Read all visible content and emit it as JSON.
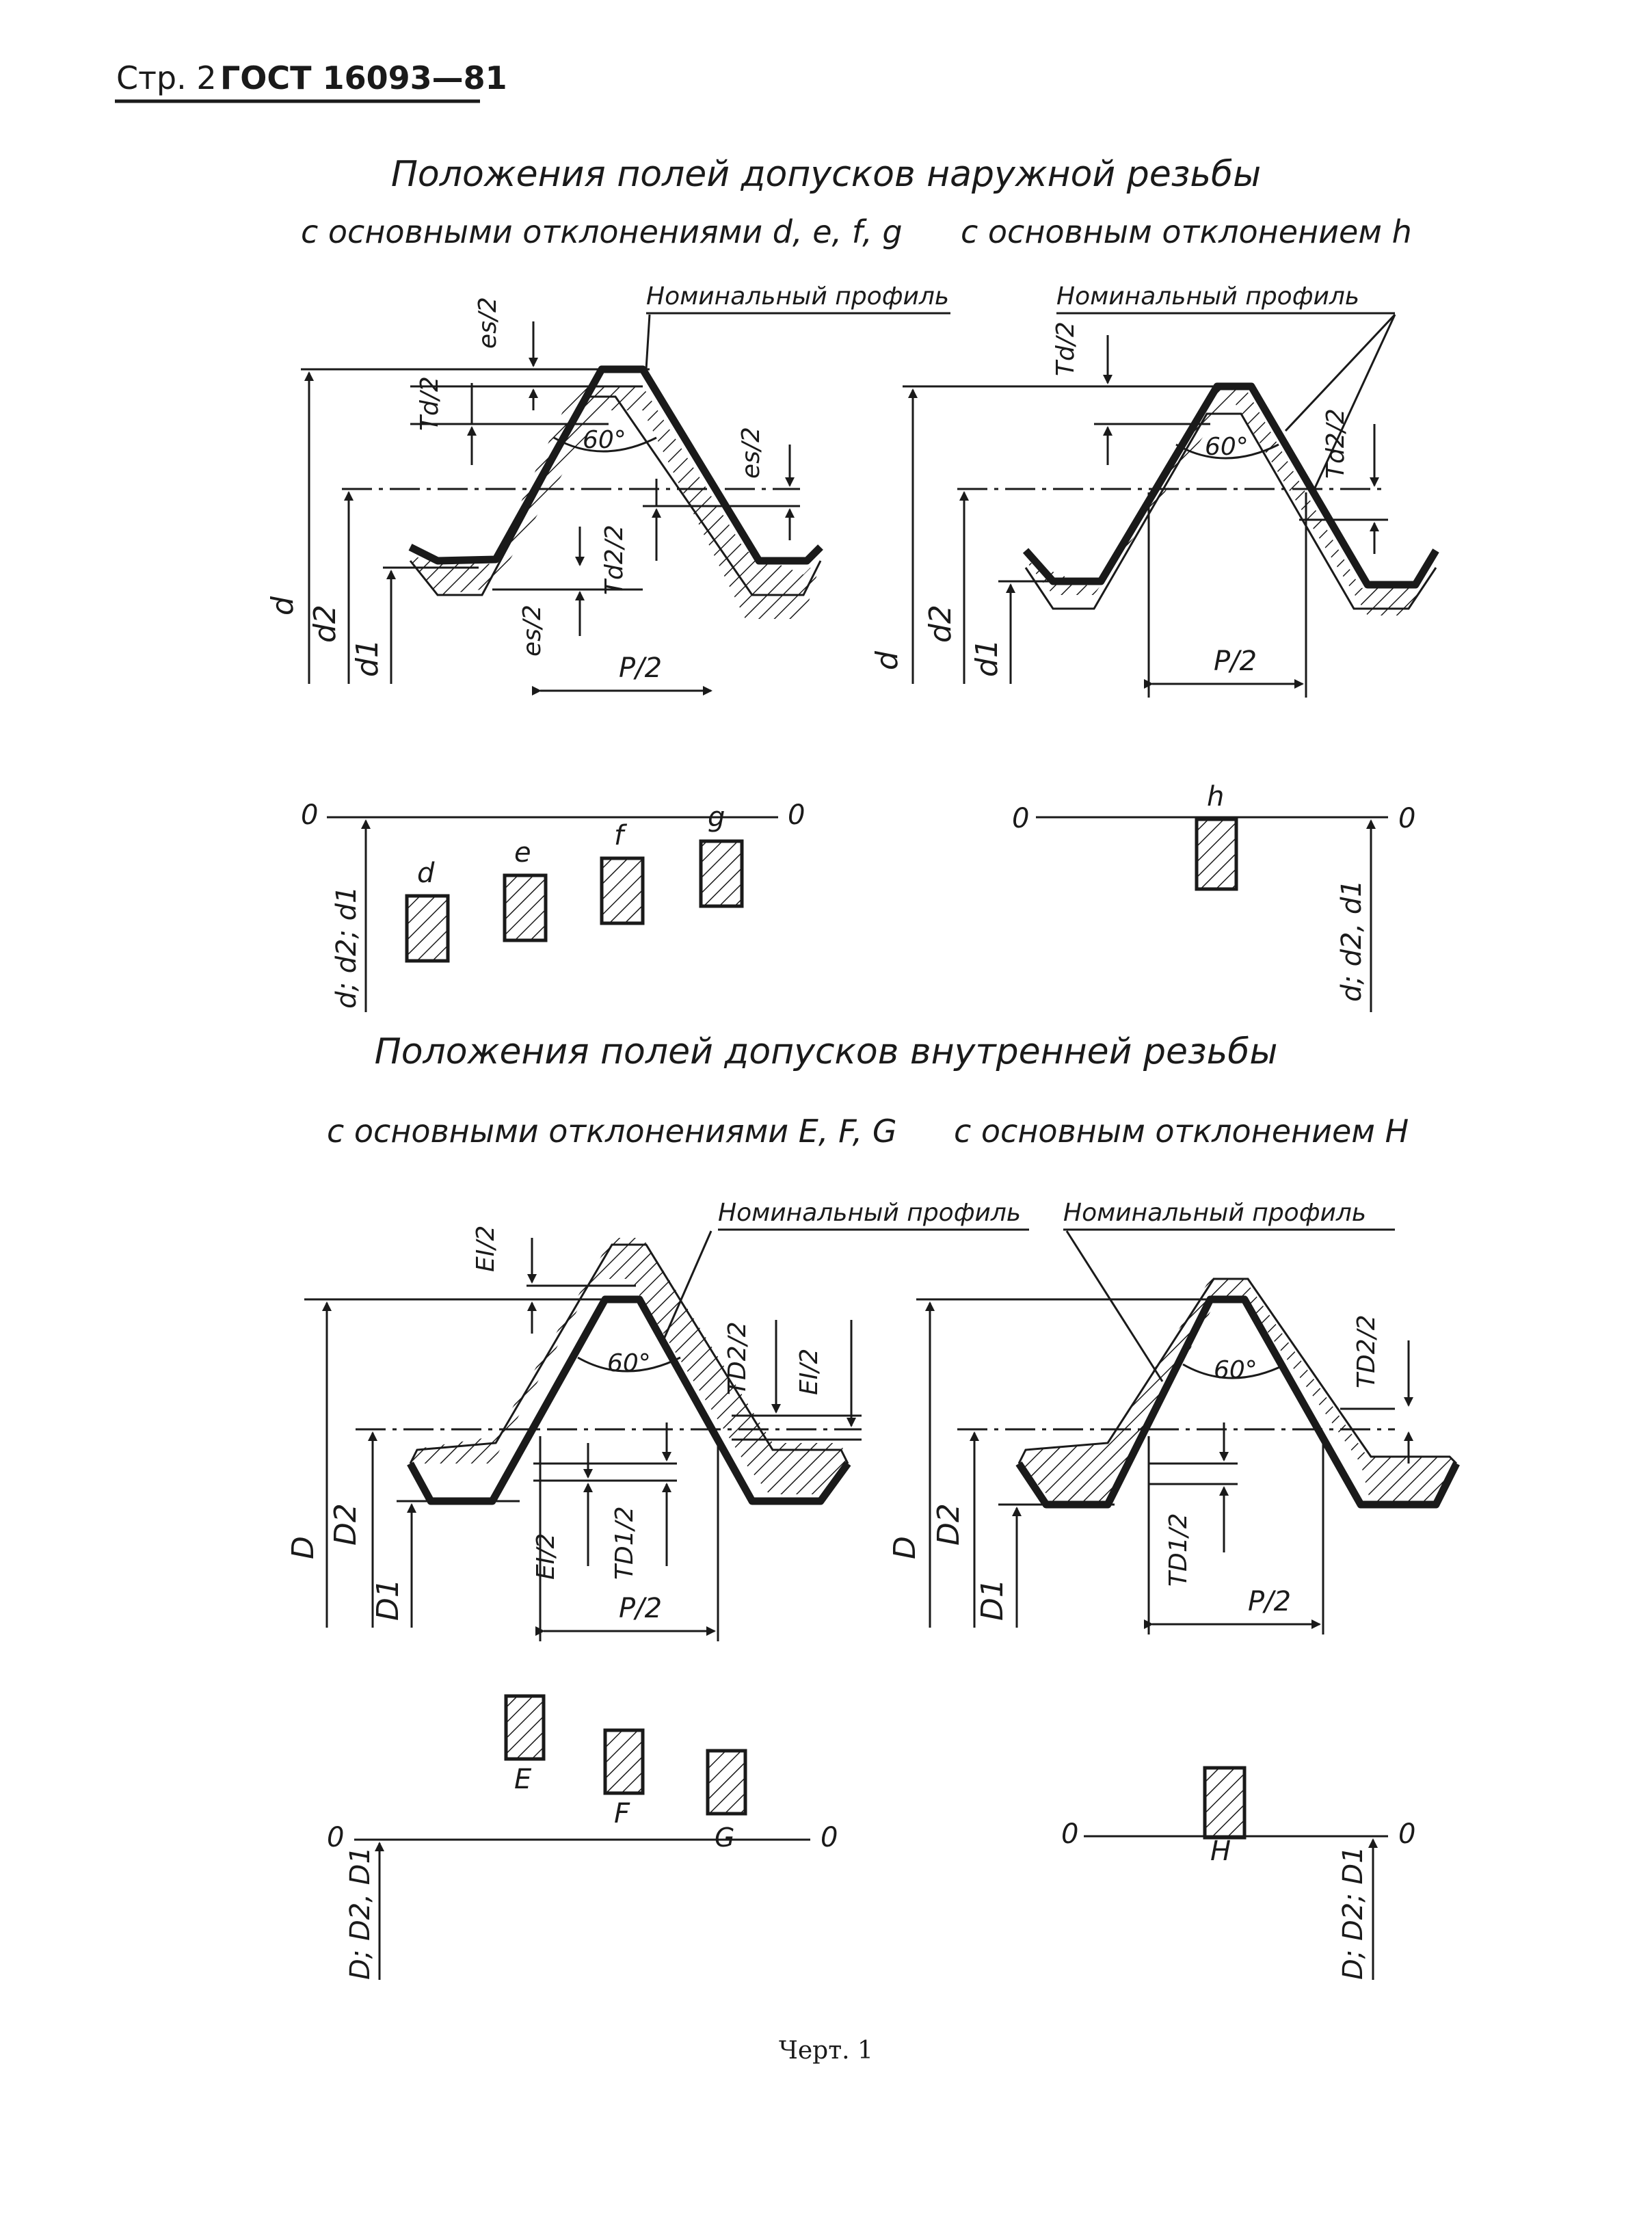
{
  "header": {
    "page_label": "Стр. 2",
    "standard": "ГОСТ 16093—81"
  },
  "external": {
    "title": "Положения полей допусков наружной резьбы",
    "left_subtitle": "с основными отклонениями d, e, f, g",
    "right_subtitle": "с основным отклонением h",
    "left": {
      "nominal_profile": "Номинальный профиль",
      "angle": "60°",
      "dim_es_top": "es/2",
      "dim_Td": "Td/2",
      "dim_es_right": "es/2",
      "dim_Td2": "Td2/2",
      "dim_es_bottom": "es/2",
      "dim_P": "P/2",
      "d": "d",
      "d2": "d2",
      "d1": "d1",
      "zero": "0",
      "axis_label": "d; d2; d1",
      "fields": [
        "d",
        "e",
        "f",
        "g"
      ]
    },
    "right": {
      "nominal_profile": "Номинальный профиль",
      "angle": "60°",
      "dim_Td": "Td/2",
      "dim_Td2": "Td2/2",
      "dim_P": "P/2",
      "d": "d",
      "d2": "d2",
      "d1": "d1",
      "zero": "0",
      "axis_label": "d; d2, d1",
      "fields": [
        "h"
      ]
    }
  },
  "internal": {
    "title": "Положения полей допусков внутренней резьбы",
    "left_subtitle": "с основными отклонениями E, F, G",
    "right_subtitle": "с основным отклонением H",
    "left": {
      "nominal_profile": "Номинальный профиль",
      "angle": "60°",
      "dim_EI_top": "EI/2",
      "dim_TD2": "TD2/2",
      "dim_EI_right": "EI/2",
      "dim_EI_bottom": "EI/2",
      "dim_TD1": "TD1/2",
      "dim_P": "P/2",
      "D": "D",
      "D2": "D2",
      "D1": "D1",
      "zero": "0",
      "axis_label": "D; D2, D1",
      "fields": [
        "E",
        "F",
        "G"
      ]
    },
    "right": {
      "nominal_profile": "Номинальный профиль",
      "angle": "60°",
      "dim_TD2": "TD2/2",
      "dim_TD1": "TD1/2",
      "dim_P": "P/2",
      "D": "D",
      "D2": "D2",
      "D1": "D1",
      "zero": "0",
      "axis_label": "D; D2; D1",
      "fields": [
        "H"
      ]
    }
  },
  "caption": "Черт. 1"
}
